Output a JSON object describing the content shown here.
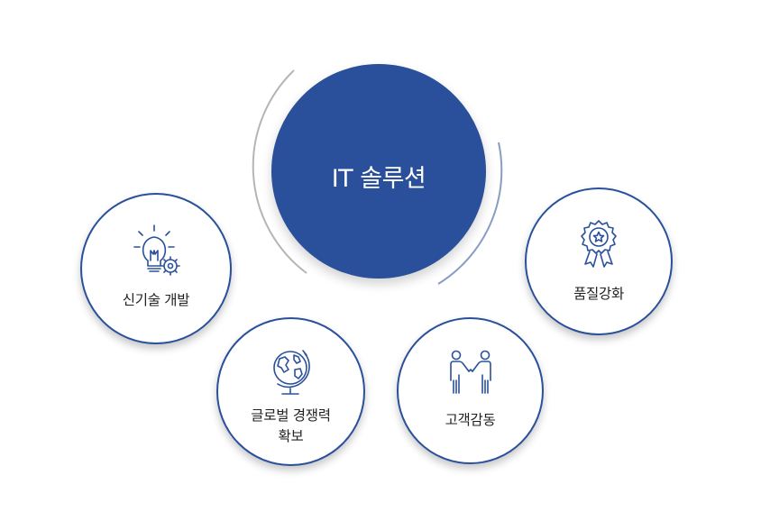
{
  "center": {
    "label": "IT 솔루션"
  },
  "nodes": {
    "tech": {
      "label": "신기술 개발",
      "icon": "lightbulb-gear-icon"
    },
    "global": {
      "label_line1": "글로벌 경쟁력",
      "label_line2": "확보",
      "icon": "globe-icon"
    },
    "customer": {
      "label": "고객감동",
      "icon": "handshake-people-icon"
    },
    "quality": {
      "label": "품질강화",
      "icon": "award-badge-icon"
    }
  },
  "colors": {
    "primary": "#2a509b",
    "arc_gray": "#b5b5b5",
    "text": "#222222"
  }
}
